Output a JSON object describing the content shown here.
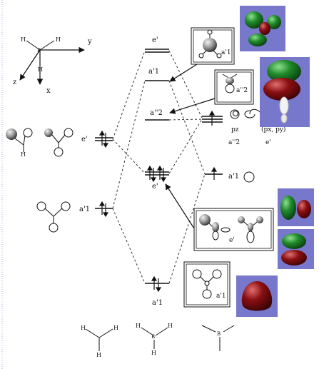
{
  "axes": {
    "y": "y",
    "z": "z",
    "x": "x"
  },
  "atoms": {
    "h": "H",
    "b": "B"
  },
  "left_labels": {
    "e_prime": "e'",
    "a1_prime": "a'1"
  },
  "right_labels": {
    "a1_prime": "a'1",
    "pz": "pz",
    "pxpy": "(px, py)",
    "a2pp": "a''2",
    "e_prime": "e'"
  },
  "center_labels": {
    "e_prime_top": "e'",
    "a1_prime_mid": "a'1",
    "a2pp_mid": "a''2",
    "e_prime_bonding": "e'",
    "a1_prime_bottom": "a'1"
  },
  "inset_labels": {
    "a1_top": "a'1",
    "a2pp": "a''2",
    "e_prime": "e'",
    "a1_bottom": "a'1"
  },
  "colors": {
    "line": "#111111",
    "dashed": "#333333",
    "panel": "#7777cc",
    "lobe_green": "#1f7f2a",
    "lobe_red": "#8a0f12",
    "atom_grey": "#8c8c8c",
    "page_border": "#9db6d6"
  }
}
